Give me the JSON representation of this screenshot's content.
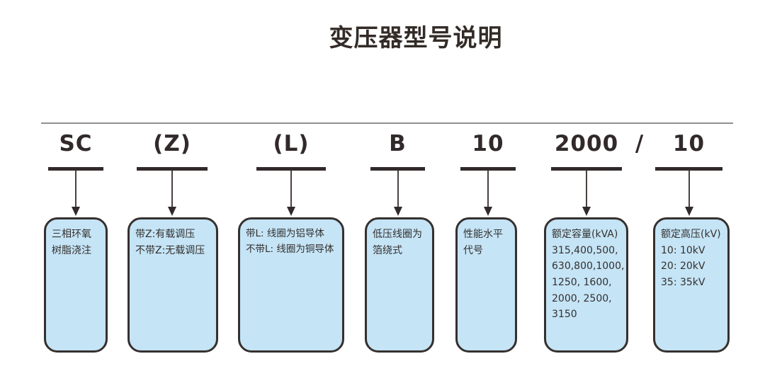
{
  "title": "变压器型号说明",
  "colors": {
    "box_fill": "#C5E4F6",
    "box_border": "#35302E",
    "code_text": "#31292A",
    "divider_line": "#8F8F8F",
    "page_background": "#FFFFFF"
  },
  "codes": [
    {
      "label": "SC"
    },
    {
      "label": "(Z)"
    },
    {
      "label": "(L)"
    },
    {
      "label": "B"
    },
    {
      "label": "10"
    },
    {
      "label": "2000"
    },
    {
      "label": "/"
    },
    {
      "label": "10"
    }
  ],
  "boxes": [
    {
      "text": "三相环氧\n树脂浇注"
    },
    {
      "text": "带Z:有载调压\n不带Z:无载调压"
    },
    {
      "text": "带L: 线圈为铝导体\n不带L: 线圈为铜导体"
    },
    {
      "text": "低压线圈为\n箔绕式"
    },
    {
      "text": "性能水平\n代号"
    },
    {
      "text": "额定容量(kVA)\n315,400,500,\n630,800,1000,\n1250, 1600,\n2000, 2500,\n3150"
    },
    {
      "text": "额定高压(kV)\n10: 10kV\n20: 20kV\n35: 35kV"
    }
  ]
}
